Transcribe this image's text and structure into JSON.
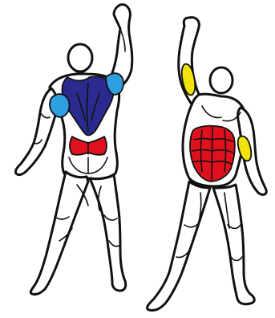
{
  "colors": {
    "background": "#ffffff",
    "outline": "#111111",
    "primary_back": "#2b2b8f",
    "secondary_back": "#2f9fe0",
    "lower_back": "#e0111d",
    "abdominals": "#e0111d",
    "arms": "#f2e20c"
  },
  "figures": [
    {
      "id": "back-view",
      "view": "posterior"
    },
    {
      "id": "front-view",
      "view": "anterior"
    }
  ]
}
